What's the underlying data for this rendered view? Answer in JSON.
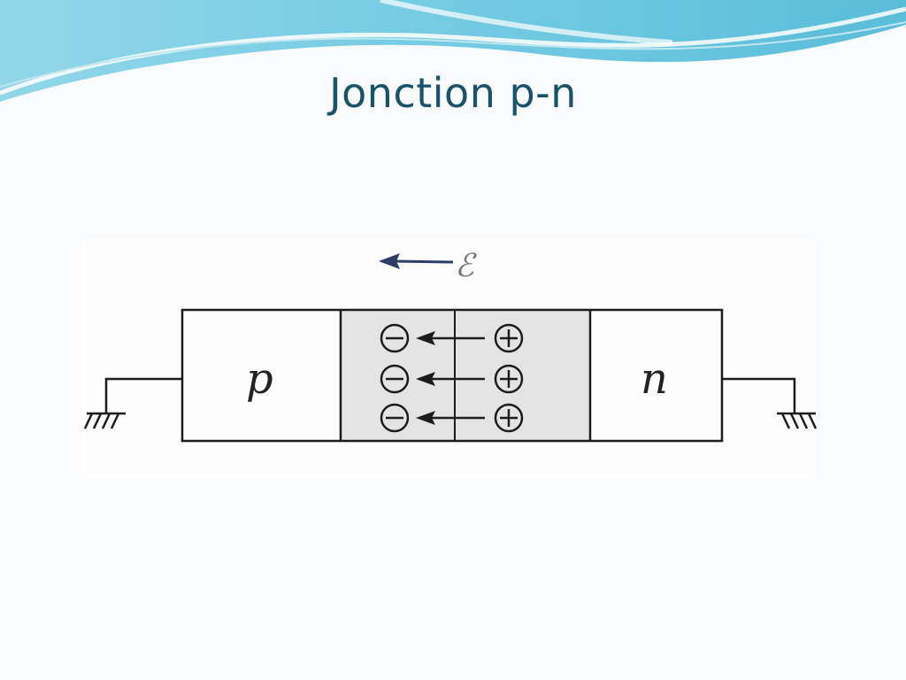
{
  "slide": {
    "title": "Jonction p-n"
  },
  "diagram": {
    "p_label": "p",
    "n_label": "n",
    "field_symbol": "ℰ",
    "negative_ions": 3,
    "positive_ions": 3,
    "colors": {
      "depletion_fill": "#e4e4e4",
      "stroke": "#1c1c1c",
      "field_arrow": "#2d3e66",
      "title": "#17536a"
    }
  }
}
